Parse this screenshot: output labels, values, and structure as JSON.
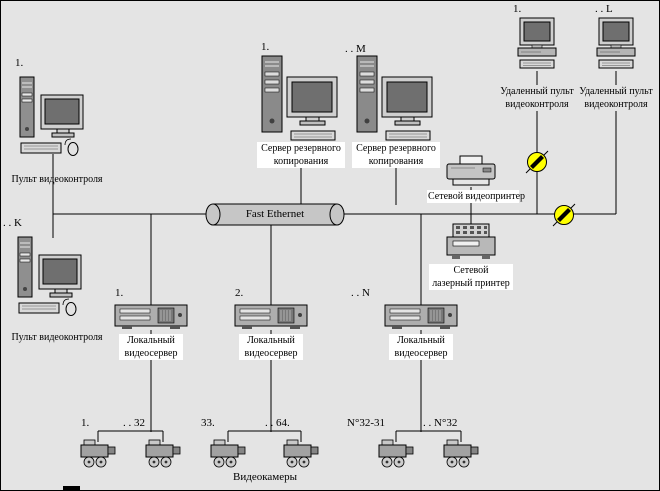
{
  "colors": {
    "beacon": "#ffff00",
    "bus_fill": "#c6c6c6",
    "page_bg": "#e4e4e4",
    "label_box": "#ffffff"
  },
  "bus": {
    "label": "Fast Ethernet"
  },
  "control_consoles": {
    "first": {
      "num": "1.",
      "label": "Пульт видеоконтроля"
    },
    "k": {
      "num": ". . K",
      "label": "Пульт видеоконтроля"
    }
  },
  "backup_servers": {
    "first": {
      "num": "1.",
      "label": "Сервер резервного\nкопирования"
    },
    "m": {
      "num": ". . M",
      "label": "Сервер резервного\nкопирования"
    }
  },
  "remote_consoles": {
    "first": {
      "num": "1.",
      "label": "Удаленный пульт\nвидеоконтроля"
    },
    "l": {
      "num": ". . L",
      "label": "Удаленный пульт\nвидеоконтроля"
    }
  },
  "printers": {
    "video": {
      "label": "Сетевой видеопринтер"
    },
    "laser": {
      "label": "Сетевой\nлазерный принтер"
    }
  },
  "video_servers": {
    "first": {
      "num": "1.",
      "label": "Локальный\nвидеосервер"
    },
    "second": {
      "num": "2.",
      "label": "Локальный\nвидеосервер"
    },
    "n": {
      "num": ". . N",
      "label": "Локальный\nвидеосервер"
    }
  },
  "cameras": {
    "group1_start": "1.",
    "group1_end": ". . 32",
    "group2_start": "33.",
    "group2_end": ". . 64.",
    "groupN_start": "N°32-31",
    "groupN_end": ". . N°32",
    "label": "Видеокамеры"
  }
}
